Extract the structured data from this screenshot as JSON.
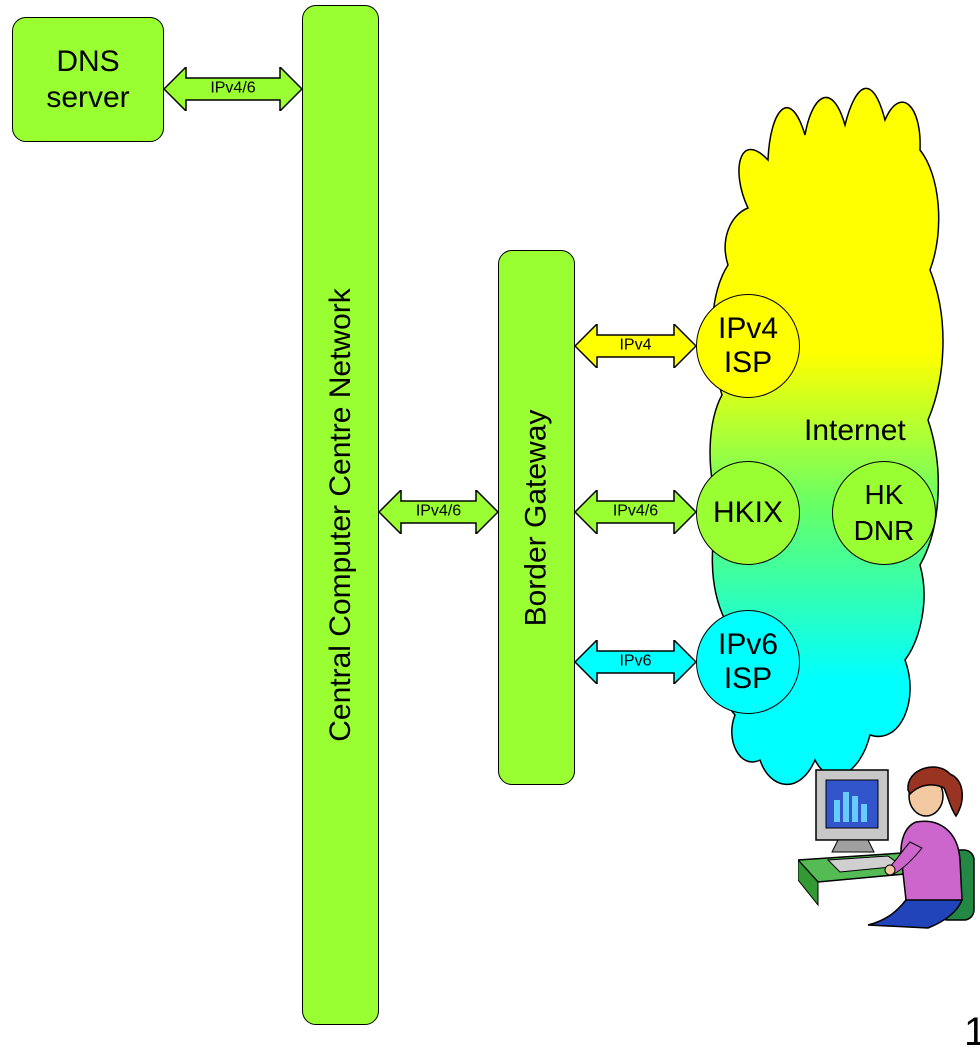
{
  "nodes": {
    "dns_server": {
      "line1": "DNS",
      "line2": "server"
    },
    "central_network": {
      "label": "Central Computer Centre Network"
    },
    "border_gateway": {
      "label": "Border Gateway"
    },
    "ipv4_isp": {
      "line1": "IPv4",
      "line2": "ISP"
    },
    "hkix": {
      "label": "HKIX"
    },
    "ipv6_isp": {
      "line1": "IPv6",
      "line2": "ISP"
    },
    "hk_dnr": {
      "line1": "HK",
      "line2": "DNR"
    },
    "internet": {
      "label": "Internet"
    }
  },
  "links": {
    "dns_to_central": "IPv4/6",
    "central_to_gateway": "IPv4/6",
    "gateway_to_ipv4_isp": "IPv4",
    "gateway_to_hkix": "IPv4/6",
    "gateway_to_ipv6_isp": "IPv6"
  },
  "colors": {
    "box_fill": "#99ff33",
    "ipv4_arrow": "#ffff00",
    "dual_stack_arrow": "#99ff33",
    "ipv6_arrow": "#00ffff",
    "cloud_top": "#ffff00",
    "cloud_middle": "#66ff66",
    "cloud_bottom": "#00ffff"
  },
  "page": {
    "number": "1"
  },
  "clipart": {
    "name": "user-at-computer-icon"
  }
}
